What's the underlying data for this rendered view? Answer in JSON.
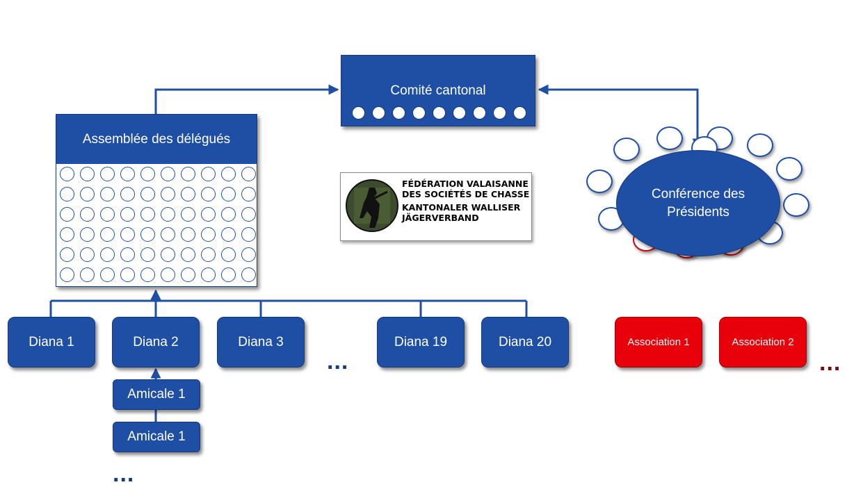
{
  "top": {
    "label": "Comité cantonal",
    "dot_count": 9
  },
  "assembly": {
    "label": "Assemblée des délégués",
    "rows": 6,
    "cols": 10
  },
  "conference": {
    "label": "Conférence des Présidents",
    "rings": [
      "blue",
      "blue",
      "blue",
      "blue",
      "blue",
      "blue",
      "red",
      "red",
      "red",
      "blue",
      "blue",
      "blue",
      "blue"
    ]
  },
  "logo": {
    "line1": "FÉDÉRATION VALAISANNE",
    "line2": "DES SOCIÉTÉS DE CHASSE",
    "line3": "KANTONALER WALLISER",
    "line4": "JÄGERVERBAND"
  },
  "dianas": [
    {
      "label": "Diana 1"
    },
    {
      "label": "Diana 2"
    },
    {
      "label": "Diana 3"
    },
    {
      "label": "Diana 19"
    },
    {
      "label": "Diana 20"
    }
  ],
  "amicales": [
    {
      "label": "Amicale 1"
    },
    {
      "label": "Amicale 1"
    }
  ],
  "associations": [
    {
      "label": "Association 1"
    },
    {
      "label": "Association 2"
    }
  ],
  "ellipsis": "...",
  "colors": {
    "blue": "#1f4fa5",
    "red": "#e8000b"
  }
}
